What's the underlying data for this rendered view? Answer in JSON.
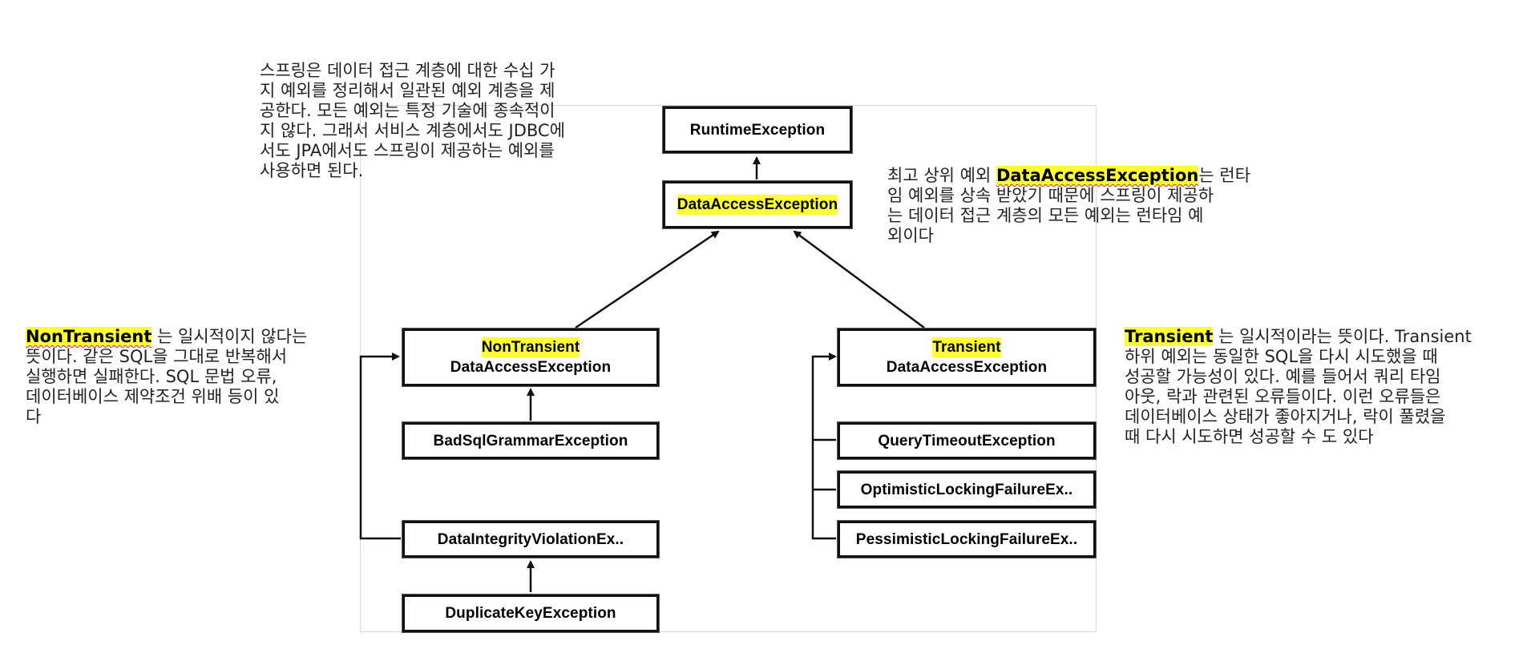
{
  "diagram": {
    "boxes": {
      "runtime": "RuntimeException",
      "dae": "DataAccessException",
      "nontransient_top": "NonTransient",
      "nontransient_bottom": "DataAccessException",
      "transient_top": "Transient",
      "transient_bottom": "DataAccessException",
      "badsql": "BadSqlGrammarException",
      "integrity": "DataIntegrityViolationEx..",
      "duplicate": "DuplicateKeyException",
      "timeout": "QueryTimeoutException",
      "optimistic": "OptimisticLockingFailureEx..",
      "pessimistic": "PessimisticLockingFailureEx.."
    },
    "highlight_color": "#ffff33",
    "border_color": "#111111"
  },
  "notes": {
    "spring": {
      "lines": [
        "스프링은 데이터 접근 계층에 대한 수십 가",
        "지 예외를 정리해서 일관된 예외 계층을 제",
        "공한다. 모든 예외는 특정 기술에 종속적이",
        "지 않다. 그래서 서비스 계층에서도 JDBC에",
        "서도 JPA에서도 스프링이 제공하는 예외를",
        "사용하면 된다."
      ]
    },
    "top": {
      "line1_pre": "최고 상위 예외 ",
      "line1_term": "DataAccessException",
      "line1_post": "는 런타",
      "lines": [
        "임 예외를 상속 받았기 때문에 스프링이 제공하",
        "는 데이터 접근 계층의 모든 예외는 런타임 예",
        "외이다"
      ]
    },
    "nontransient": {
      "term": "NonTransient",
      "line1_post": " 는 일시적이지 않다는",
      "lines": [
        "뜻이다. 같은 SQL을 그대로 반복해서",
        "실행하면 실패한다. SQL 문법 오류,",
        "데이터베이스 제약조건 위배 등이 있",
        "다"
      ]
    },
    "transient": {
      "term": "Transient",
      "line1_post": " 는 일시적이라는 뜻이다. Transient",
      "lines": [
        "하위 예외는 동일한 SQL을 다시 시도했을 때",
        "성공할 가능성이 있다. 예를 들어서 쿼리 타임",
        "아웃, 락과 관련된 오류들이다. 이런 오류들은",
        "데이터베이스 상태가 좋아지거나, 락이 풀렸을",
        "때 다시 시도하면 성공할 수 도 있다"
      ]
    }
  }
}
